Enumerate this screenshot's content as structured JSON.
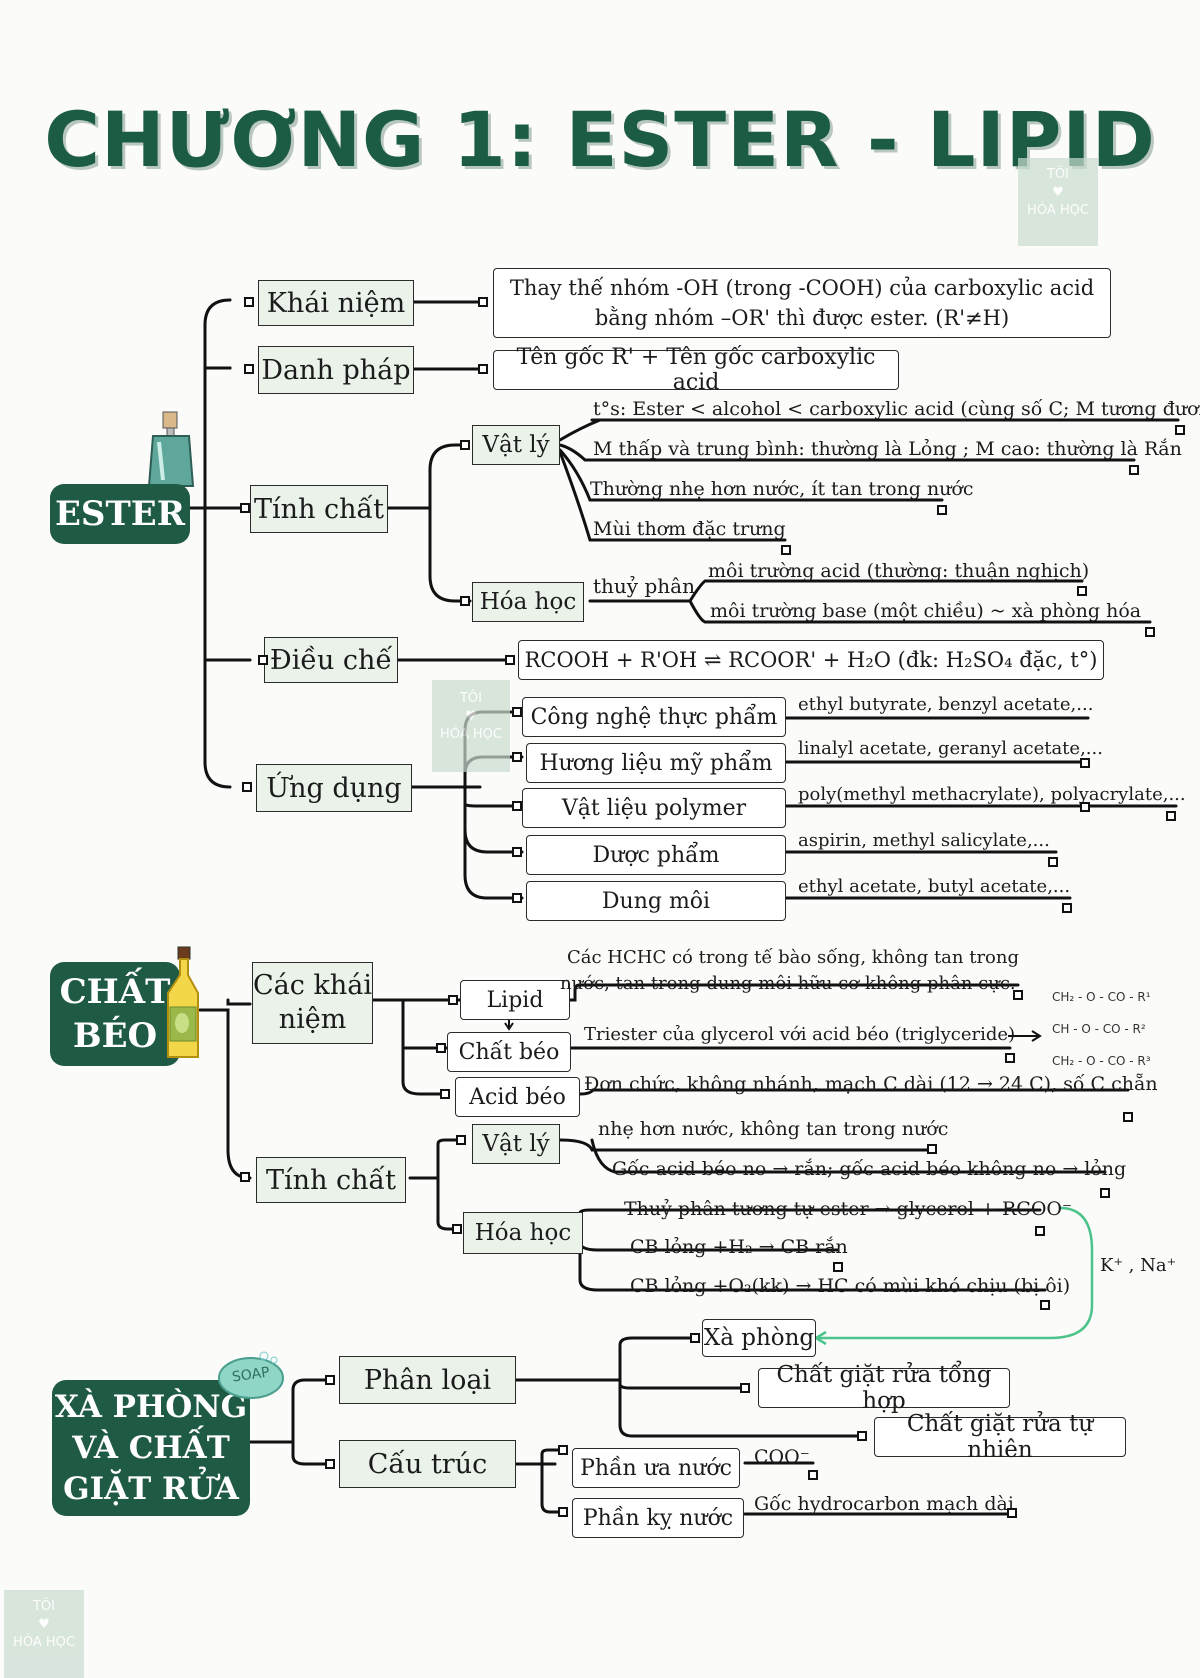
{
  "title": "CHƯƠNG 1: ESTER - LIPID",
  "watermark": {
    "line1": "TÔI",
    "heart": "♥",
    "line2": "HÓA HỌC"
  },
  "ester": {
    "root": "ESTER",
    "khai_niem": {
      "label": "Khái niệm",
      "text": "Thay thế nhóm -OH (trong -COOH) của carboxylic acid\nbằng nhóm –OR' thì được ester. (R'≠H)"
    },
    "danh_phap": {
      "label": "Danh pháp",
      "text": "Tên gốc R' + Tên gốc carboxylic acid"
    },
    "tinh_chat": {
      "label": "Tính chất",
      "vat_ly": {
        "label": "Vật lý",
        "items": [
          "t°s: Ester < alcohol < carboxylic acid (cùng số C; M tương đương)",
          "M thấp và trung bình: thường là Lỏng ; M cao: thường là Rắn",
          "Thường nhẹ hơn nước, ít tan trong nước",
          "Mùi thơm đặc trưng"
        ]
      },
      "hoa_hoc": {
        "label": "Hóa học",
        "thuy_phan": "thuỷ phân",
        "items": [
          "môi trường acid (thường: thuận nghịch)",
          "môi trường base (một chiều) ~ xà phòng hóa"
        ]
      }
    },
    "dieu_che": {
      "label": "Điều chế",
      "text": "RCOOH + R'OH ⇌ RCOOR' + H₂O (đk: H₂SO₄ đặc, t°)"
    },
    "ung_dung": {
      "label": "Ứng dụng",
      "items": [
        {
          "name": "Công nghệ thực phẩm",
          "ex": "ethyl butyrate, benzyl acetate,..."
        },
        {
          "name": "Hương liệu mỹ phẩm",
          "ex": "linalyl acetate, geranyl acetate,..."
        },
        {
          "name": "Vật liệu polymer",
          "ex": "poly(methyl methacrylate), polyacrylate,..."
        },
        {
          "name": "Dược phẩm",
          "ex": "aspirin, methyl salicylate,..."
        },
        {
          "name": "Dung môi",
          "ex": "ethyl acetate, butyl acetate,..."
        }
      ]
    }
  },
  "chat_beo": {
    "root_line1": "CHẤT",
    "root_line2": "BÉO",
    "khai_niem": {
      "label_line1": "Các khái",
      "label_line2": "niệm",
      "lipid": {
        "label": "Lipid",
        "text_line1": "Các HCHC có trong tế bào sống, không tan trong",
        "text_line2": "nước, tan trong dung môi hữu cơ không phân cực."
      },
      "chat_beo": {
        "label": "Chất béo",
        "text": "Triester của glycerol với acid béo (triglyceride)"
      },
      "acid_beo": {
        "label": "Acid béo",
        "text": "Đơn chức, không nhánh, mạch C dài (12 → 24 C), số C chẵn"
      },
      "formula": [
        "CH₂ - O - CO - R¹",
        "CH - O - CO - R²",
        "CH₂ - O - CO - R³"
      ]
    },
    "tinh_chat": {
      "label": "Tính chất",
      "vat_ly": {
        "label": "Vật lý",
        "items": [
          "nhẹ hơn nước, không tan trong nước",
          "Gốc acid béo no → rắn; gốc acid béo không no → lỏng"
        ]
      },
      "hoa_hoc": {
        "label": "Hóa học",
        "items": [
          "Thuỷ phân tương tự ester → glycerol + RCOO⁻",
          "CB lỏng +H₂ → CB rắn",
          "CB lỏng +O₂(kk) → HC có mùi khó chịu (bị ôi)"
        ]
      },
      "ions": "K⁺ , Na⁺"
    }
  },
  "xa_phong": {
    "root_line1": "XÀ PHÒNG",
    "root_line2": "VÀ CHẤT",
    "root_line3": "GIẶT RỬA",
    "soap_label": "SOAP",
    "phan_loai": {
      "label": "Phân loại",
      "items": [
        "Xà phòng",
        "Chất giặt rửa tổng hợp",
        "Chất giặt rửa tự nhiên"
      ]
    },
    "cau_truc": {
      "label": "Cấu trúc",
      "ua_nuoc": {
        "label": "Phần ưa nước",
        "text": "COO⁻"
      },
      "ky_nuoc": {
        "label": "Phần kỵ nước",
        "text": "Gốc hydrocarbon mạch dài"
      }
    }
  },
  "colors": {
    "accent": "#1e5a44",
    "node_fill": "#eaf2ea",
    "arrow": "#4cc38a"
  }
}
